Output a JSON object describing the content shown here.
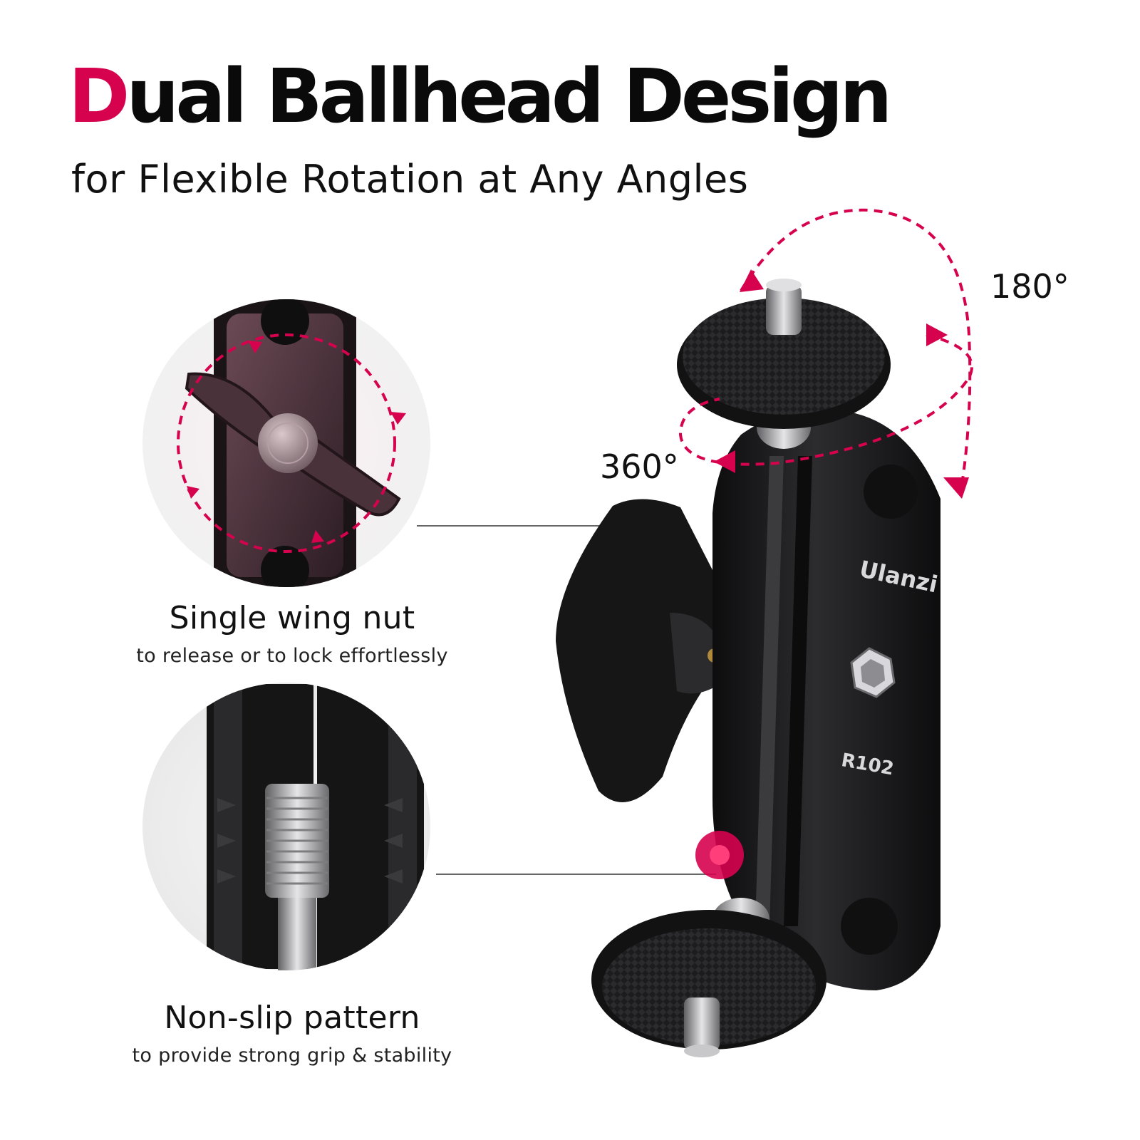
{
  "header": {
    "title_first_letter": "D",
    "title_rest": "ual Ballhead Design",
    "subtitle": "for Flexible Rotation at Any Angles"
  },
  "rotation": {
    "vertical_angle": "180°",
    "horizontal_angle": "360°"
  },
  "features": [
    {
      "label": "Single wing nut",
      "description": "to release or to lock effortlessly"
    },
    {
      "label": "Non-slip pattern",
      "description": "to provide strong grip & stability"
    }
  ],
  "product": {
    "brand": "Ulanzi",
    "model": "R102"
  },
  "colors": {
    "accent": "#d6024e",
    "metal": "#1b1b1d",
    "background": "#ffffff"
  }
}
